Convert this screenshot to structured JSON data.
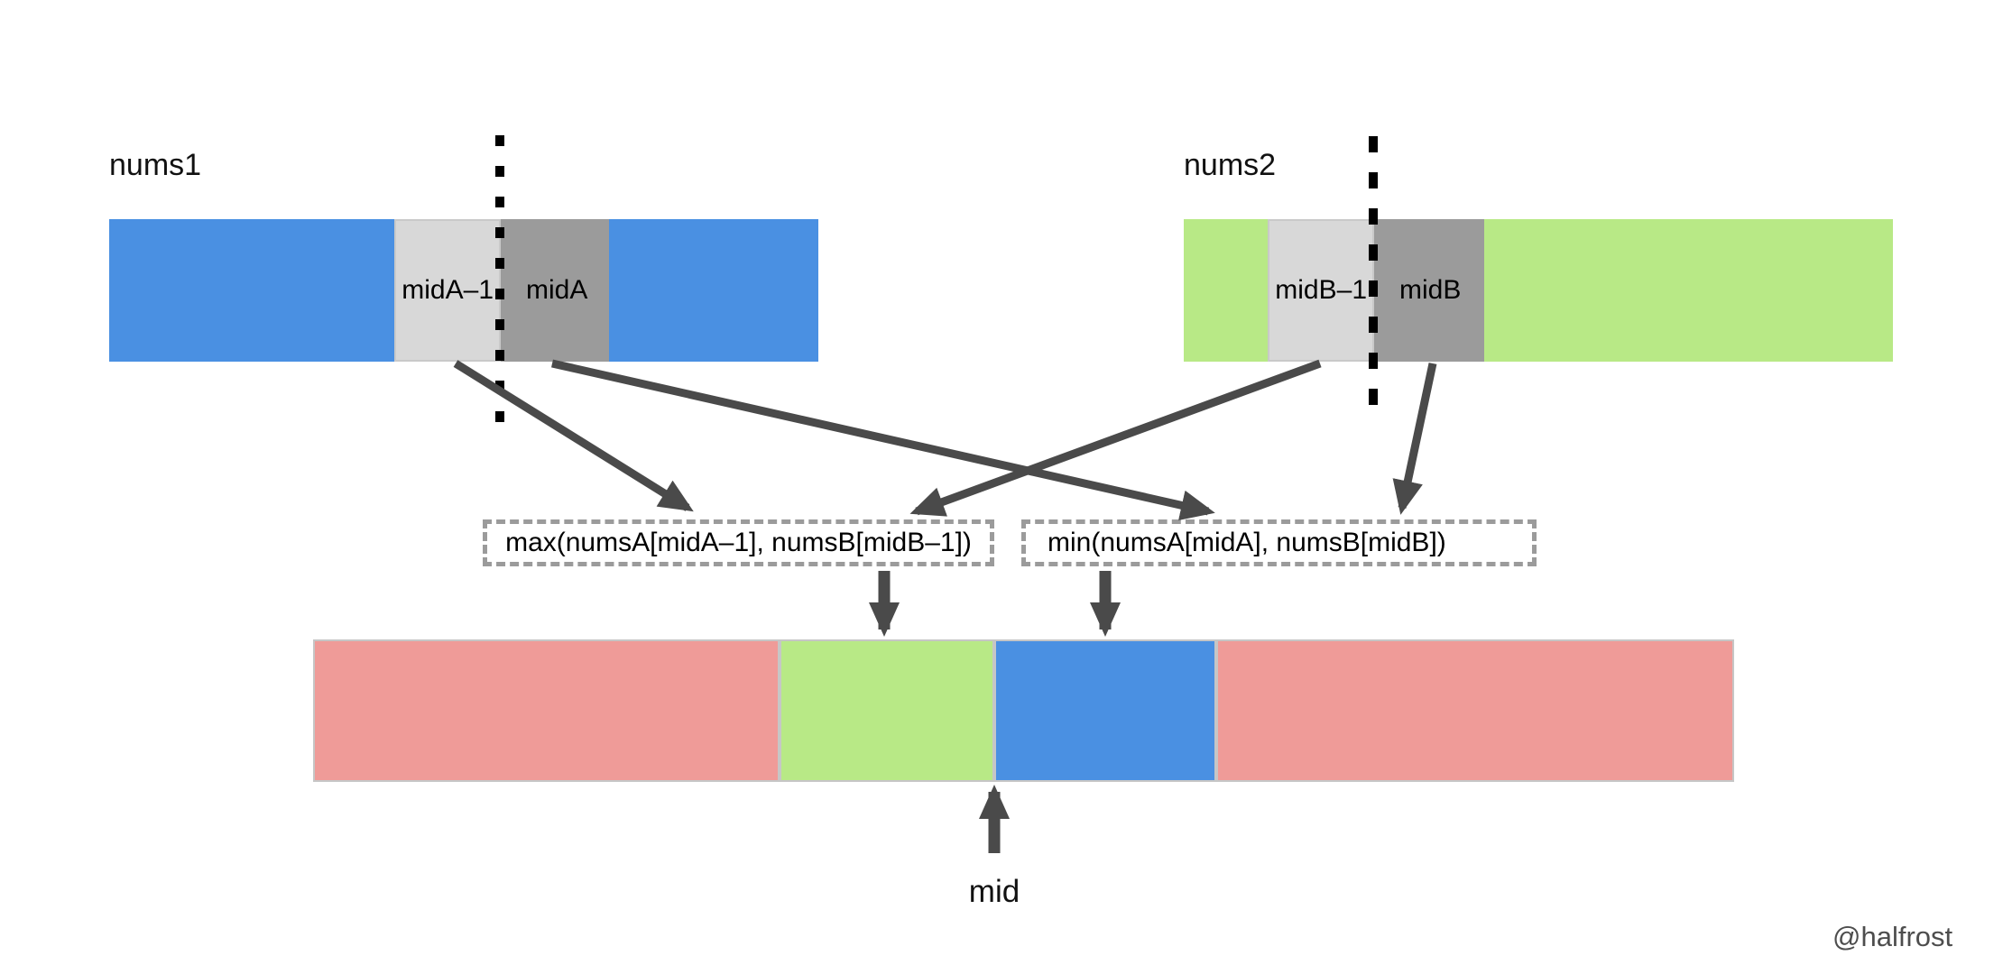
{
  "colors": {
    "blue": "#4A90E2",
    "green": "#B8E986",
    "light_gray": "#D8D8D8",
    "dark_gray": "#9B9B9B",
    "salmon": "#EF9B98",
    "arrow": "#4A4A4A",
    "dashed_border": "#9B9B9B",
    "watermark": "#4D4D4D"
  },
  "arrays": {
    "nums1": {
      "title": "nums1",
      "left_partition_label": "midA–1",
      "right_partition_label": "midA"
    },
    "nums2": {
      "title": "nums2",
      "left_partition_label": "midB–1",
      "right_partition_label": "midB"
    }
  },
  "formulas": {
    "max": "max(numsA[midA–1], numsB[midB–1])",
    "min": "min(numsA[midA], numsB[midB])"
  },
  "merged": {
    "pointer_label": "mid"
  },
  "watermark": "@halfrost"
}
